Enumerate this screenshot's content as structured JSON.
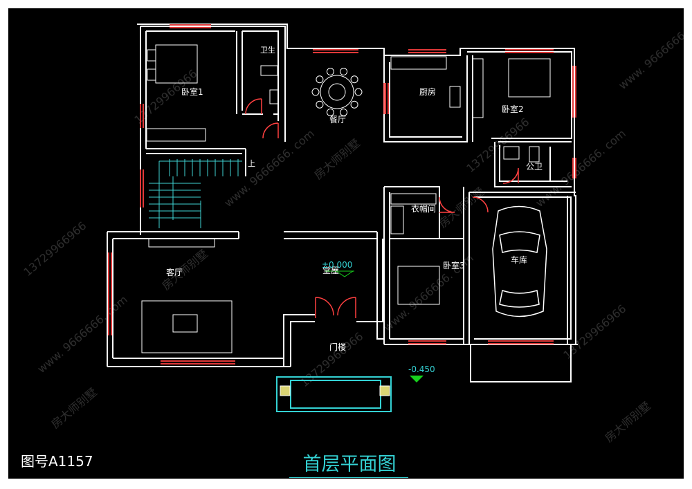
{
  "drawing": {
    "drawing_code": "图号A1157",
    "plan_title": "首层平面图",
    "colors": {
      "background": "#000000",
      "wall": "#ffffff",
      "window": "#e03838",
      "stair": "#3fd4d4",
      "door": "#ff4040",
      "label": "#ffffff",
      "cyan_text": "#34d2d4",
      "marker": "#17d11d",
      "watermark": "#ffffff"
    },
    "rooms": {
      "bedroom1": "卧室1",
      "bedroom2": "卧室2",
      "bedroom3": "卧室3",
      "bathroom": "卫生",
      "public_wc": "公卫",
      "dining": "餐厅",
      "kitchen": "厨房",
      "cloakroom": "衣帽间",
      "living": "客厅",
      "hall": "堂屋",
      "garage": "车库",
      "porch": "门楼"
    },
    "elevations": {
      "floor_main": "±0.000",
      "floor_exterior": "-0.450"
    },
    "stair_up": "上",
    "watermarks": {
      "brand": "房大师别墅",
      "phone": "13729966966",
      "site": "www. 9666666. com"
    }
  }
}
